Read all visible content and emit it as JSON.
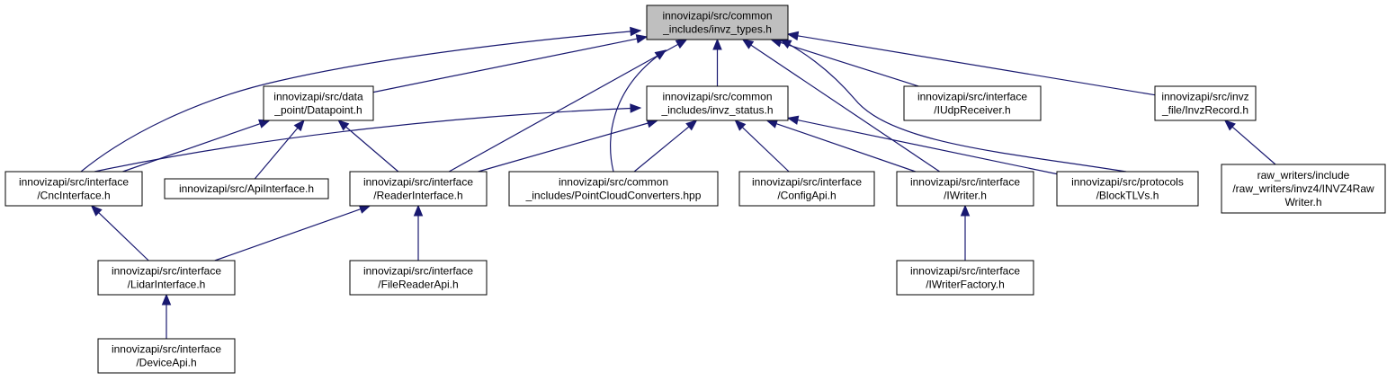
{
  "colors": {
    "root_fill": "#bfbfbf",
    "node_fill": "#ffffff",
    "edge": "#191970"
  },
  "nodes": [
    {
      "id": "types",
      "root": true,
      "lines": [
        "innovizapi/src/common",
        "_includes/invz_types.h"
      ]
    },
    {
      "id": "datapoint",
      "lines": [
        "innovizapi/src/data",
        "_point/Datapoint.h"
      ]
    },
    {
      "id": "status",
      "lines": [
        "innovizapi/src/common",
        "_includes/invz_status.h"
      ]
    },
    {
      "id": "iudp",
      "lines": [
        "innovizapi/src/interface",
        "/IUdpReceiver.h"
      ]
    },
    {
      "id": "invzrecord",
      "lines": [
        "innovizapi/src/invz",
        "_file/InvzRecord.h"
      ]
    },
    {
      "id": "cnc",
      "lines": [
        "innovizapi/src/interface",
        "/CncInterface.h"
      ]
    },
    {
      "id": "apiinterface",
      "lines": [
        "innovizapi/src/ApiInterface.h"
      ]
    },
    {
      "id": "reader",
      "lines": [
        "innovizapi/src/interface",
        "/ReaderInterface.h"
      ]
    },
    {
      "id": "pcconv",
      "lines": [
        "innovizapi/src/common",
        "_includes/PointCloudConverters.hpp"
      ]
    },
    {
      "id": "configapi",
      "lines": [
        "innovizapi/src/interface",
        "/ConfigApi.h"
      ]
    },
    {
      "id": "iwriter",
      "lines": [
        "innovizapi/src/interface",
        "/IWriter.h"
      ]
    },
    {
      "id": "blocktlvs",
      "lines": [
        "innovizapi/src/protocols",
        "/BlockTLVs.h"
      ]
    },
    {
      "id": "rawwriter",
      "lines": [
        "raw_writers/include",
        "/raw_writers/invz4/INVZ4Raw",
        "Writer.h"
      ]
    },
    {
      "id": "lidar",
      "lines": [
        "innovizapi/src/interface",
        "/LidarInterface.h"
      ]
    },
    {
      "id": "filereader",
      "lines": [
        "innovizapi/src/interface",
        "/FileReaderApi.h"
      ]
    },
    {
      "id": "iwriterfactory",
      "lines": [
        "innovizapi/src/interface",
        "/IWriterFactory.h"
      ]
    },
    {
      "id": "device",
      "lines": [
        "innovizapi/src/interface",
        "/DeviceApi.h"
      ]
    }
  ],
  "edges": [
    {
      "from": "datapoint",
      "to": "types"
    },
    {
      "from": "status",
      "to": "types"
    },
    {
      "from": "iudp",
      "to": "types"
    },
    {
      "from": "invzrecord",
      "to": "types"
    },
    {
      "from": "cnc",
      "to": "types"
    },
    {
      "from": "reader",
      "to": "types"
    },
    {
      "from": "pcconv",
      "to": "types"
    },
    {
      "from": "iwriter",
      "to": "types"
    },
    {
      "from": "blocktlvs",
      "to": "types"
    },
    {
      "from": "cnc",
      "to": "datapoint"
    },
    {
      "from": "apiinterface",
      "to": "datapoint"
    },
    {
      "from": "reader",
      "to": "datapoint"
    },
    {
      "from": "cnc",
      "to": "status"
    },
    {
      "from": "reader",
      "to": "status"
    },
    {
      "from": "pcconv",
      "to": "status"
    },
    {
      "from": "configapi",
      "to": "status"
    },
    {
      "from": "iwriter",
      "to": "status"
    },
    {
      "from": "blocktlvs",
      "to": "status"
    },
    {
      "from": "rawwriter",
      "to": "invzrecord"
    },
    {
      "from": "lidar",
      "to": "cnc"
    },
    {
      "from": "lidar",
      "to": "reader"
    },
    {
      "from": "filereader",
      "to": "reader"
    },
    {
      "from": "iwriterfactory",
      "to": "iwriter"
    },
    {
      "from": "device",
      "to": "lidar"
    }
  ]
}
